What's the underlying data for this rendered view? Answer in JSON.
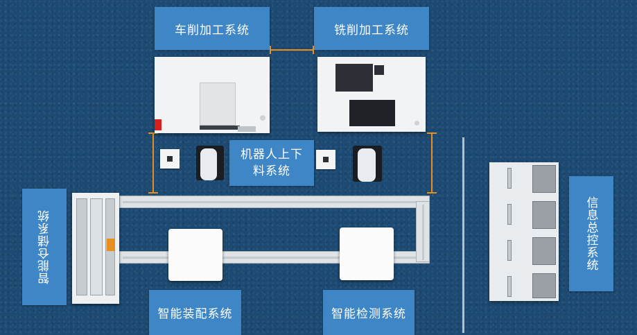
{
  "labels": {
    "lathe": "车削加工系统",
    "milling": "铣削加工系统",
    "robot_line1": "机器人上下",
    "robot_line2": "料系统",
    "storage": "智能仓储系统",
    "assembly": "智能装配系统",
    "inspection": "智能检测系统",
    "control": "信息总控系统"
  },
  "colors": {
    "label_bg": "#3f86c6",
    "connector": "#e8901f",
    "background": "#1d4a72"
  }
}
